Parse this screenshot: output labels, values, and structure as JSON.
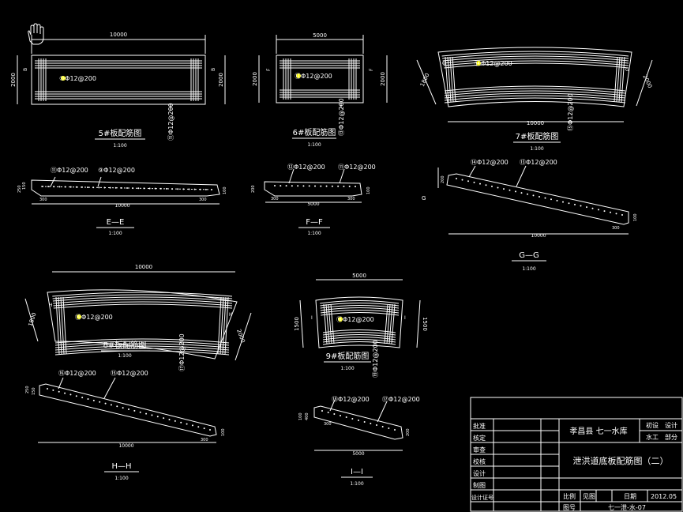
{
  "drawing": {
    "dims": {
      "l10000": "10000",
      "l5000": "5000",
      "h2000": "2000",
      "h1800": "1800",
      "h1500": "1500"
    },
    "small_dims": {
      "d100": "100",
      "d150": "150",
      "d200": "200",
      "d250": "250",
      "d300": "300",
      "d400": "400"
    },
    "side_marks": {
      "B": "B",
      "F": "F",
      "G": "G",
      "H": "H",
      "I": "I"
    },
    "views": {
      "v5": {
        "title": "5#板配筋图",
        "scale": "1:100",
        "bar_a": "⑩Φ12@200",
        "bar_b": "⑪Φ12@200"
      },
      "v6": {
        "title": "6#板配筋图",
        "scale": "1:100",
        "bar_a": "⑫Φ12@200",
        "bar_b": "⑬Φ12@200"
      },
      "v7": {
        "title": "7#板配筋图",
        "scale": "1:100",
        "bar_a": "⑭Φ12@200",
        "bar_b": "⑮Φ12@200"
      },
      "v8": {
        "title": "8#板配筋图",
        "scale": "1:100",
        "bar_a": "⑯Φ12@200",
        "bar_b": "⑰Φ12@200"
      },
      "v9": {
        "title": "9#板配筋图",
        "scale": "1:100",
        "bar_a": "⑱Φ12@200",
        "bar_b": "⑲Φ12@200"
      }
    },
    "sections": {
      "E": {
        "title": "E—E",
        "scale": "1:100",
        "bar_left": "⑪Φ12@200",
        "bar_right": "⑨Φ12@200"
      },
      "F": {
        "title": "F—F",
        "scale": "1:100",
        "bar_left": "⑫Φ12@200",
        "bar_right": "⑪Φ12@200"
      },
      "G": {
        "title": "G—G",
        "scale": "1:100",
        "bar_left": "⑭Φ12@200",
        "bar_right": "⑬Φ12@200"
      },
      "H": {
        "title": "H—H",
        "scale": "1:100",
        "bar_left": "⑯Φ12@200",
        "bar_right": "⑮Φ12@200"
      },
      "I": {
        "title": "I—I",
        "scale": "1:100",
        "bar_left": "⑱Φ12@200",
        "bar_right": "⑰Φ12@200"
      }
    }
  },
  "title_block": {
    "roles": [
      "批准",
      "核定",
      "审查",
      "校核",
      "设计",
      "制图",
      "设计证号"
    ],
    "project": "孝昌县 七一水库",
    "phase_a": "初设",
    "phase_b": "设计",
    "dept_a": "水工",
    "dept_b": "部分",
    "drawing_title": "泄洪道底板配筋图（二）",
    "ratio_label": "比例",
    "ratio_value": "见图",
    "date_label": "日期",
    "date_value": "2012.05",
    "no_label": "图号",
    "no_value": "七一泄-水-07"
  },
  "colors": {
    "background": "#000000",
    "lines": "#ffffff",
    "circle_marks": "#ffff00"
  },
  "icons": {
    "cursor": "hand-cursor-icon"
  }
}
